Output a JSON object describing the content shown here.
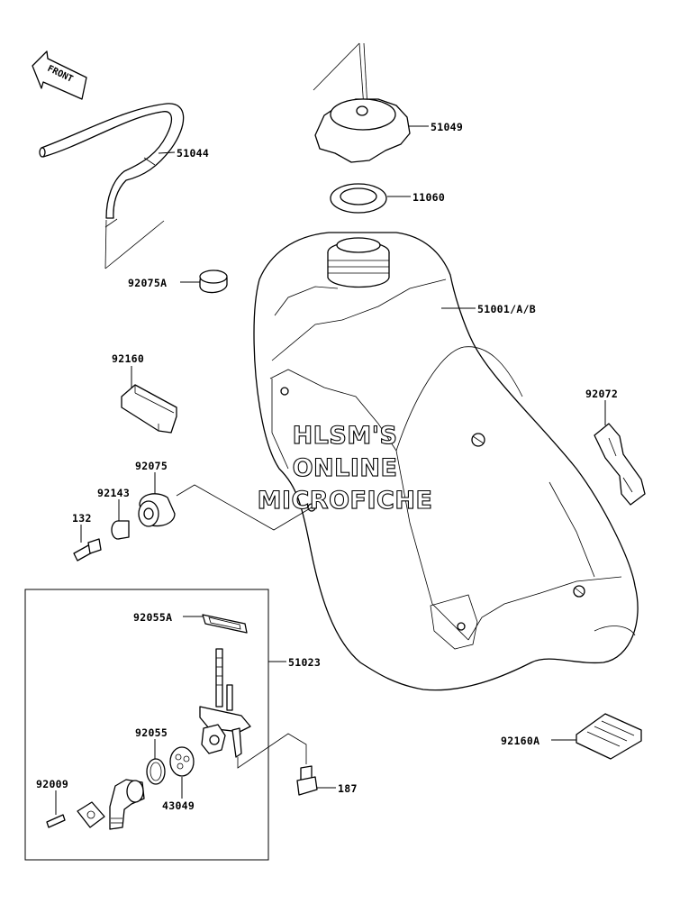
{
  "front_arrow": {
    "text": "FRONT"
  },
  "watermark": {
    "line1": "HLSM'S",
    "line2": "ONLINE",
    "line3": "MICROFICHE"
  },
  "parts": {
    "p51044": "51044",
    "p51049": "51049",
    "p11060": "11060",
    "p92075A": "92075A",
    "p51001": "51001/A/B",
    "p92160": "92160",
    "p92072": "92072",
    "p92075": "92075",
    "p92143": "92143",
    "p132": "132",
    "p92055A": "92055A",
    "p51023": "51023",
    "p92055": "92055",
    "p92009": "92009",
    "p43049": "43049",
    "p187": "187",
    "p92160A": "92160A"
  }
}
